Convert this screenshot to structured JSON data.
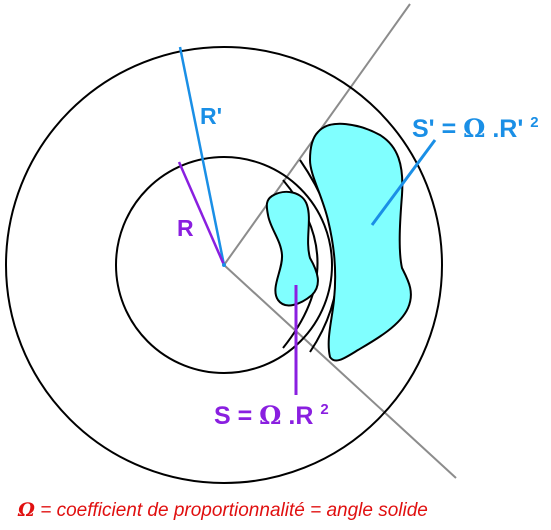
{
  "labels": {
    "r_prime": "R'",
    "r": "R",
    "s_prime": {
      "prefix": "S' = ",
      "omega": "Ω",
      "mid": ".R'",
      "exp": "2"
    },
    "s": {
      "prefix": "S = ",
      "omega": "Ω",
      "mid": ".R",
      "exp": "2"
    }
  },
  "caption": {
    "omega": "Ω",
    "text": " = coefficient de proportionnalité = angle solide"
  },
  "colors": {
    "blue": "#1a8fe6",
    "purple": "#8a1fe0",
    "cyan": "#80ffff",
    "gray": "#8c8c8c",
    "red": "#e01010"
  }
}
